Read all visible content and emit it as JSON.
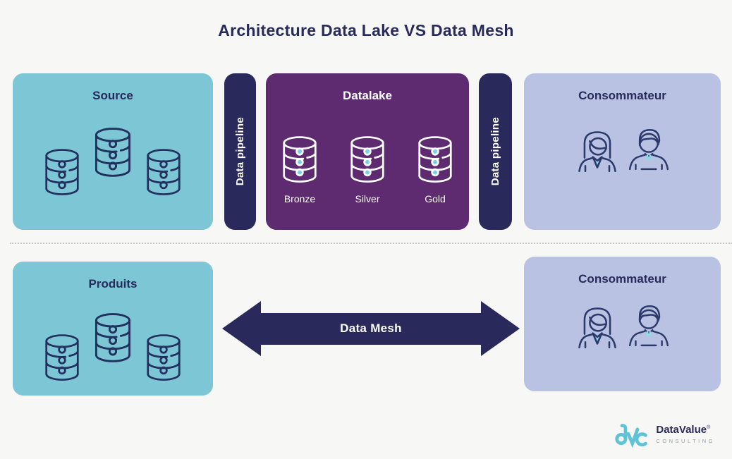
{
  "title": "Architecture Data Lake VS Data Mesh",
  "colors": {
    "background": "#f7f7f5",
    "box_teal": "#7cc6d6",
    "box_purple": "#5e2a70",
    "box_lavender": "#b9c2e3",
    "bar_navy": "#2a295c",
    "text_navy": "#272a5b",
    "dot_blue": "#7ad0e6",
    "accent_teal": "#8adce5",
    "divider_gray": "#c9c9c9",
    "logo_teal": "#5fc3d8",
    "logo_text_gray": "#9aa0a8",
    "icon_navy": "#22305e",
    "white": "#ffffff"
  },
  "top_row": {
    "source": {
      "label": "Source",
      "icons": [
        "database-icon",
        "database-icon",
        "database-icon"
      ]
    },
    "pipeline_left": {
      "label": "Data pipeline"
    },
    "datalake": {
      "label": "Datalake",
      "tiers": [
        "Bronze",
        "Silver",
        "Gold"
      ]
    },
    "pipeline_right": {
      "label": "Data pipeline"
    },
    "consumer": {
      "label": "Consommateur",
      "icons": [
        "woman-icon",
        "man-icon"
      ]
    }
  },
  "bottom_row": {
    "produits": {
      "label": "Produits",
      "icons": [
        "database-icon",
        "database-icon",
        "database-icon"
      ]
    },
    "mesh_arrow": {
      "label": "Data Mesh",
      "direction": "bidirectional"
    },
    "consumer": {
      "label": "Consommateur",
      "icons": [
        "woman-icon",
        "man-icon"
      ]
    }
  },
  "logo": {
    "mark": "dvc",
    "name": "DataValue",
    "reg": "®",
    "subtitle": "CONSULTING"
  }
}
